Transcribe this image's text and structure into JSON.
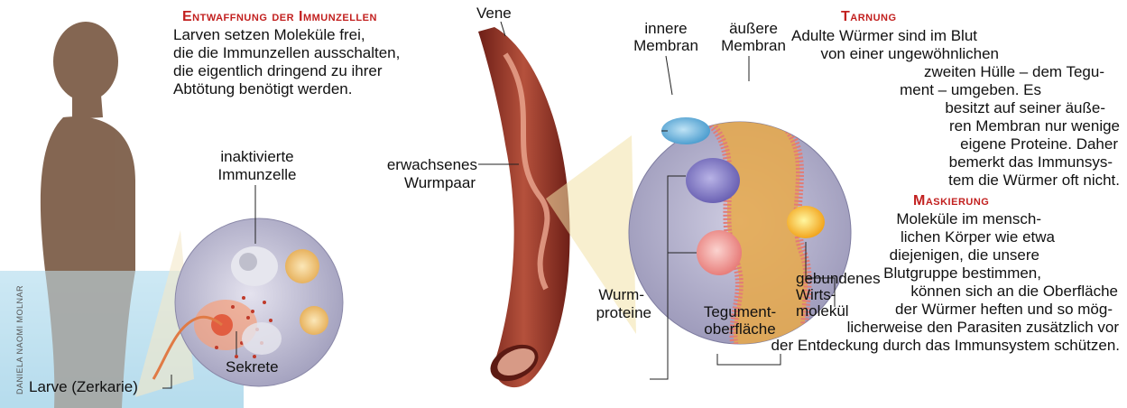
{
  "credit": "DANIELA NAOMI MOLNAR",
  "sections": {
    "entwaffnung": {
      "heading": "Entwaffnung der Immunzellen",
      "lines": [
        "Larven setzen Moleküle frei,",
        "die die Immunzellen ausschalten,",
        "die eigentlich dringend zu ihrer",
        "Abtötung benötigt werden."
      ]
    },
    "tarnung": {
      "heading": "Tarnung",
      "lines": [
        "Adulte Würmer sind im Blut",
        "von einer ungewöhnlichen",
        "zweiten Hülle – dem Tegu-",
        "ment – umgeben. Es",
        "besitzt auf seiner äuße-",
        "ren Membran nur wenige",
        "eigene Proteine. Daher",
        "bemerkt das Immunsys-",
        "tem die Würmer oft nicht."
      ]
    },
    "maskierung": {
      "heading": "Maskierung",
      "lines": [
        "Moleküle im mensch-",
        "lichen Körper wie etwa",
        "diejenigen, die unsere",
        "Blutgruppe bestimmen,",
        "können sich an die Oberfläche",
        "der Würmer heften und so mög-",
        "licherweise den Parasiten zusätzlich vor",
        "der Entdeckung durch das Immunsystem schützen."
      ]
    }
  },
  "labels": {
    "vene": "Vene",
    "innere_membran": [
      "innere",
      "Membran"
    ],
    "aeussere_membran": [
      "äußere",
      "Membran"
    ],
    "inaktivierte_immunzelle": [
      "inaktivierte",
      "Immunzelle"
    ],
    "wurmpaar": [
      "erwachsenes",
      "Wurmpaar"
    ],
    "wurmproteine": [
      "Wurm-",
      "proteine"
    ],
    "tegumentoberflaeche": [
      "Tegument-",
      "oberfläche"
    ],
    "wirtsmolekuel": [
      "gebundenes",
      "Wirts-",
      "molekül"
    ],
    "sekrete": "Sekrete",
    "larve": "Larve (Zerkarie)"
  },
  "colors": {
    "heading": "#c2201f",
    "silhouette": "#7a5a44",
    "water": "#bfe0ef",
    "vein": "#9b3a2a",
    "circle_bg": "#b9b7cf",
    "tegument": "#e8a94a",
    "membrane": "#e27b76"
  }
}
